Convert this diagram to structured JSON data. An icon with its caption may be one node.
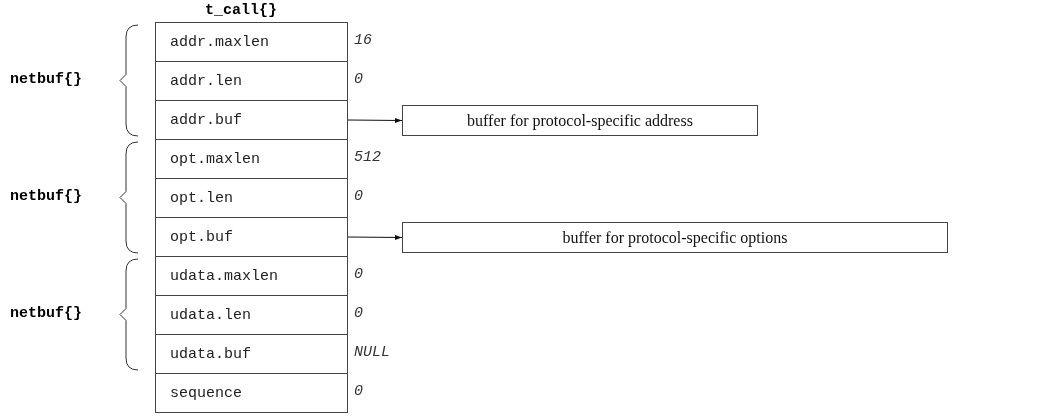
{
  "diagram": {
    "nodes": [
      {
        "text": [
          "t_call{}"
        ]
      },
      {
        "text": [
          "addr.maxlen"
        ],
        "beside": [
          "16"
        ],
        "in": 0
      },
      {
        "text": [
          "addr.len"
        ],
        "beside": [
          "0"
        ],
        "in": 0
      },
      {
        "text": [
          "addr.buf"
        ],
        "in": 0
      },
      {
        "text": [
          "opt.maxlen"
        ],
        "beside": [
          "512"
        ],
        "in": 0
      },
      {
        "text": [
          "opt.len"
        ],
        "beside": [
          "0"
        ],
        "in": 0
      },
      {
        "text": [
          "opt.buf"
        ],
        "in": 0
      },
      {
        "text": [
          "udata.maxlen"
        ],
        "beside": [
          "0"
        ],
        "in": 0
      },
      {
        "text": [
          "udata.len"
        ],
        "beside": [
          "0"
        ],
        "in": 0
      },
      {
        "text": [
          "udata.buf"
        ],
        "beside": [
          "NULL"
        ],
        "in": 0
      },
      {
        "text": [
          "sequence"
        ],
        "beside": [
          "0"
        ],
        "in": 0
      },
      {
        "text": [
          "buffer for protocol-specific address"
        ]
      },
      {
        "text": [
          "buffer for protocol-specific options"
        ]
      }
    ],
    "edges": [
      {
        "from": 3,
        "to": 11,
        "arrow": "to"
      },
      {
        "from": 6,
        "to": 12,
        "arrow": "to"
      }
    ],
    "labels": [
      "netbuf{}",
      "netbuf{}",
      "netbuf{}"
    ]
  }
}
